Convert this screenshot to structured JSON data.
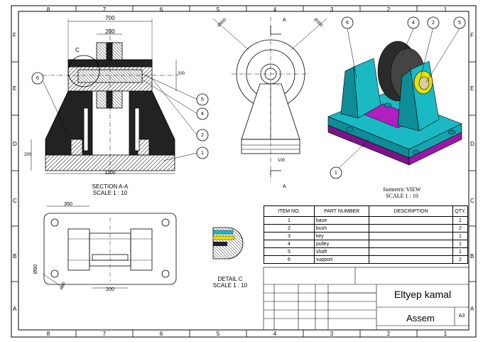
{
  "zones": {
    "top": [
      "8",
      "7",
      "6",
      "5",
      "4",
      "3",
      "2",
      "1"
    ],
    "side": [
      "F",
      "E",
      "D",
      "C",
      "B",
      "A"
    ]
  },
  "section_view": {
    "title": "SECTION A-A",
    "scale": "SCALE 1 : 10",
    "dims": {
      "top_width": "700",
      "shaft_width": "200",
      "right_height": "200",
      "left_height": "200",
      "base_width": "1100"
    },
    "detail_marker": "C"
  },
  "front_view": {
    "dia_left": "Ø600",
    "dia_right": "Ø350",
    "section_mark_top": "A",
    "section_mark_bottom": "A",
    "dim_bottom": "100"
  },
  "balloons": {
    "section": [
      "6",
      "5",
      "4",
      "2",
      "1"
    ],
    "iso": [
      "6",
      "4",
      "2",
      "5",
      "1"
    ]
  },
  "iso_view": {
    "title": "Isometric VIEW",
    "scale": "SCALE 1 : 10"
  },
  "top_view": {
    "dim_width": "350",
    "dim_dia": "Ø80",
    "dim_radius": "R80",
    "dim_bottom": "200"
  },
  "detail_view": {
    "title": "DETAIL C",
    "scale": "SCALE 1 : 10"
  },
  "bom": {
    "headers": [
      "ITEM NO.",
      "PART NUMBER",
      "DESCRIPTION",
      "QTY."
    ],
    "rows": [
      {
        "item": "1",
        "part": "base",
        "desc": "",
        "qty": "1"
      },
      {
        "item": "2",
        "part": "bush",
        "desc": "",
        "qty": "2"
      },
      {
        "item": "3",
        "part": "key",
        "desc": "",
        "qty": "1"
      },
      {
        "item": "4",
        "part": "pulley",
        "desc": "",
        "qty": "1"
      },
      {
        "item": "5",
        "part": "shaft",
        "desc": "",
        "qty": "1"
      },
      {
        "item": "6",
        "part": "support",
        "desc": "",
        "qty": "2"
      }
    ]
  },
  "title_block": {
    "name": "Eltyep kamal",
    "title": "Assem",
    "size": "A3"
  },
  "colors": {
    "cyan": "#1ab9c4",
    "cyan_dark": "#0e8d97",
    "magenta": "#b21fc0",
    "magenta_dark": "#7d1388",
    "pulley": "#2b2b2b",
    "bush": "#e8e000",
    "shaft": "#d4cfa0"
  }
}
